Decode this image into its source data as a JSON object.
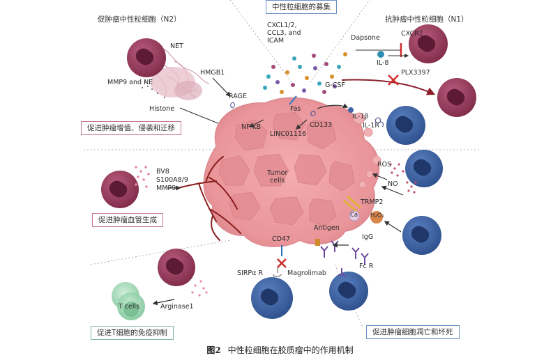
{
  "sections": {
    "n2_title": "促肿瘤中性粒细胞（N2）",
    "recruit_title": "中性粒细胞的募集",
    "n1_title": "抗肿瘤中性粒细胞（N1）"
  },
  "boxes": {
    "proliferation": "促进肿瘤增值、侵袭和迁移",
    "angiogenesis": "促进肿瘤血管生成",
    "immunosuppression": "促进T细胞的免疫抑制",
    "apoptosis": "促进肿瘤细胞凋亡和坏死"
  },
  "labels": {
    "net": "NET",
    "mmp9_ne": "MMP9 and NE",
    "histone": "Histone",
    "hmgb1": "HMGB1",
    "rage": "RAGE",
    "nfkb": "NF-κB",
    "linc": "LINC01116",
    "fas": "Fas",
    "cd133": "CD133",
    "chemokines": "CXCL1/2,\nCCL3, and\nICAM",
    "dapsone": "Dapsone",
    "cxcr2": "CXCR2",
    "il8": "IL-8",
    "plx": "PLX3397",
    "gcsf": "G-CSF",
    "il1b": "IL-1β",
    "il1r": "IL-1R",
    "bv8": "BV8",
    "s100": "S100A8/9",
    "mmp9": "MMP9",
    "tumor_cells": "Tumor\ncells",
    "ros": "ROS",
    "no": "NO",
    "trmp2": "TRMP2",
    "ca": "Ca",
    "h2o2": "H₂O₂",
    "antigen": "Antigen",
    "igg": "IgG",
    "fcr": "Fc R",
    "cd47": "CD47",
    "sirpa": "SIRPα R",
    "magrolimab": "Magrolimab",
    "tcells": "T cells",
    "arginase": "Arginase1"
  },
  "caption": {
    "figure_no": "图2",
    "text": "中性粒细胞在胶质瘤中的作用机制"
  },
  "colors": {
    "n2_cell": "#9c3c5e",
    "n1_cell": "#3f66a8",
    "tumor": "#ef9fa3",
    "tumor_dark": "#d8787f",
    "inhibit": "#d12a2a",
    "vessel": "#8a1f1f",
    "tcell": "#8fd1a9"
  }
}
